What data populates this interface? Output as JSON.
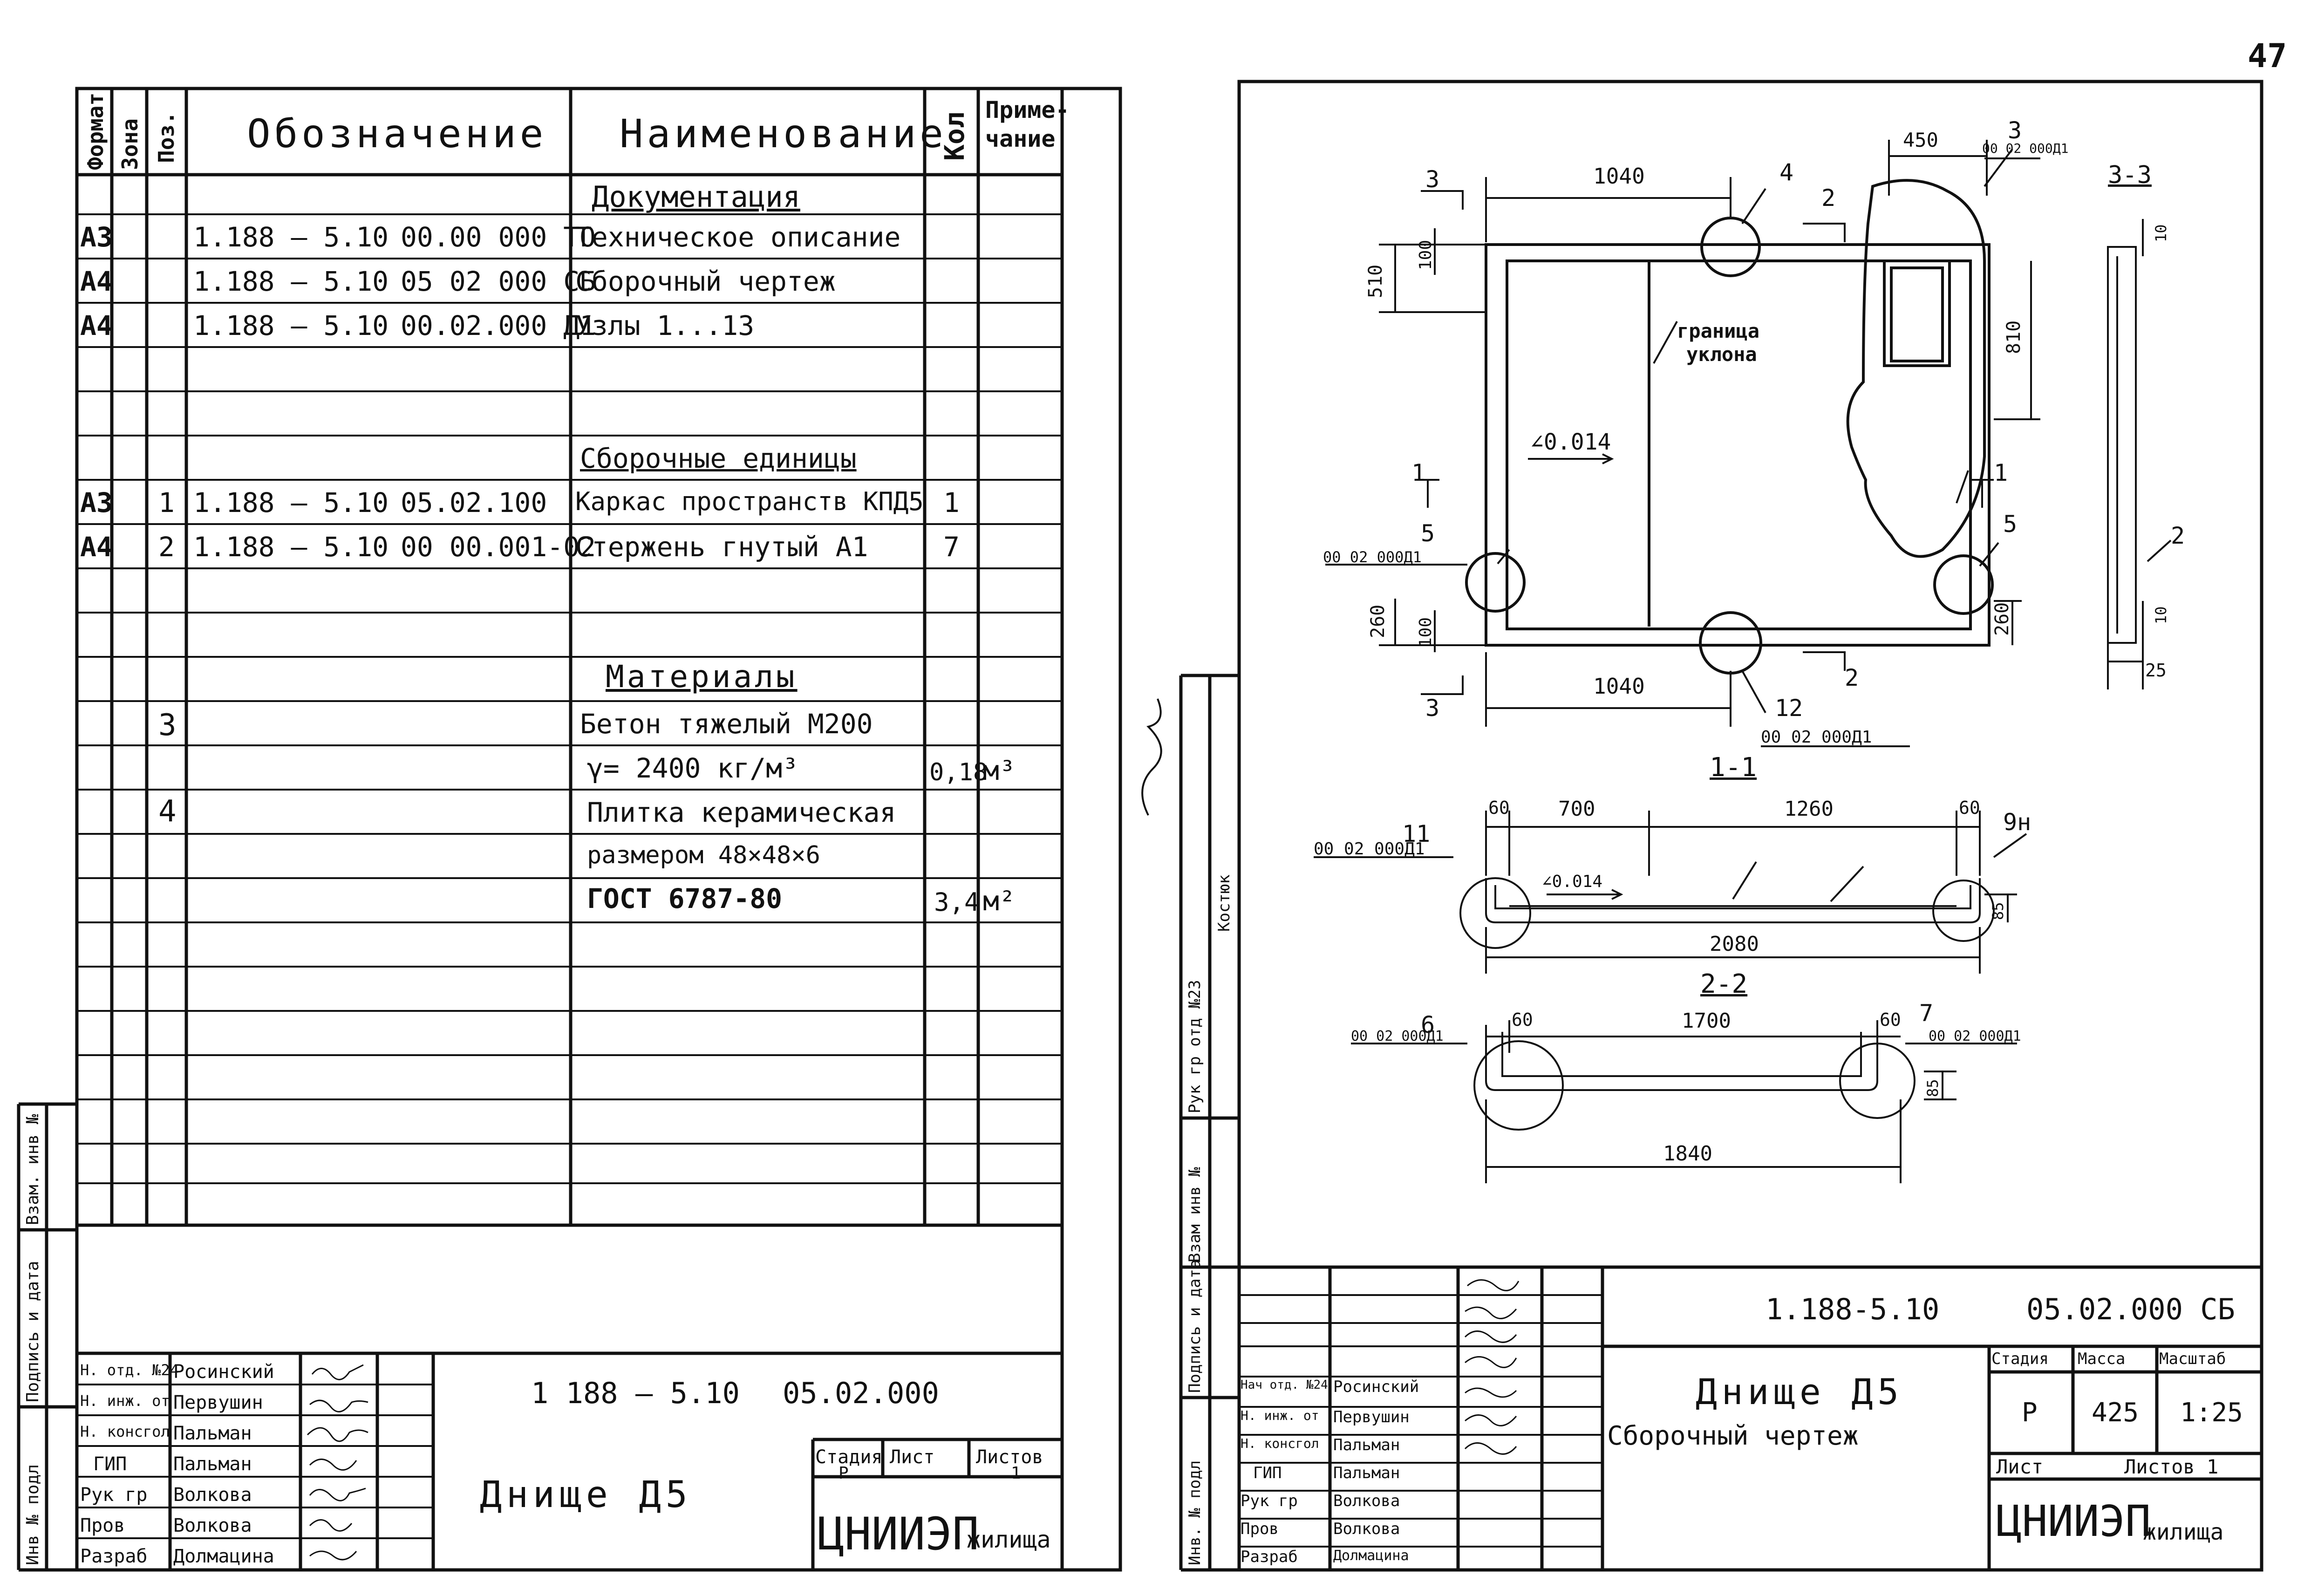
{
  "page_number": "47",
  "spec": {
    "headers": {
      "format": "Формат",
      "zone": "Зона",
      "pos": "Поз.",
      "designation": "Обозначение",
      "name": "Наименование",
      "qty": "Кол",
      "note": "Приме-чание"
    },
    "rows": [
      {
        "fmt": "",
        "pos": "",
        "des1": "",
        "des2": "",
        "name": "Документация",
        "qty": "",
        "note": ""
      },
      {
        "fmt": "А3",
        "pos": "",
        "des1": "1.188 – 5.10",
        "des2": "00.00 000 ТО",
        "name": "Техническое описание",
        "qty": "",
        "note": ""
      },
      {
        "fmt": "А4",
        "pos": "",
        "des1": "1.188 – 5.10",
        "des2": "05 02 000 СБ",
        "name": "Сборочный чертеж",
        "qty": "",
        "note": ""
      },
      {
        "fmt": "А4",
        "pos": "",
        "des1": "1.188 – 5.10",
        "des2": "00.02.000 Д1",
        "name": "Узлы 1...13",
        "qty": "",
        "note": ""
      },
      {
        "fmt": "",
        "pos": "",
        "des1": "",
        "des2": "",
        "name": "Сборочные единицы",
        "qty": "",
        "note": ""
      },
      {
        "fmt": "А3",
        "pos": "1",
        "des1": "1.188 – 5.10",
        "des2": "05.02.100",
        "name": "Каркас пространств КПД5",
        "qty": "1",
        "note": ""
      },
      {
        "fmt": "А4",
        "pos": "2",
        "des1": "1.188 – 5.10",
        "des2": "00 00.001-02",
        "name": "Стержень гнутый А1",
        "qty": "7",
        "note": ""
      },
      {
        "fmt": "",
        "pos": "",
        "des1": "",
        "des2": "",
        "name": "Материалы",
        "qty": "",
        "note": ""
      },
      {
        "fmt": "",
        "pos": "3",
        "des1": "",
        "des2": "",
        "name": "Бетон тяжелый М200",
        "qty": "",
        "note": ""
      },
      {
        "fmt": "",
        "pos": "",
        "des1": "",
        "des2": "",
        "name": "γ= 2400 кг/м³",
        "qty": "0,18",
        "note": "м³"
      },
      {
        "fmt": "",
        "pos": "4",
        "des1": "",
        "des2": "",
        "name": "Плитка керамическая",
        "qty": "",
        "note": ""
      },
      {
        "fmt": "",
        "pos": "",
        "des1": "",
        "des2": "",
        "name": "размером 48×48×6",
        "qty": "",
        "note": ""
      },
      {
        "fmt": "",
        "pos": "",
        "des1": "",
        "des2": "",
        "name": "ГОСТ 6787-80",
        "qty": "3,4",
        "note": "м²"
      }
    ],
    "side_labels": [
      "Инв № подл",
      "Подпись и дата",
      "Взам. инв №"
    ],
    "title_block": {
      "roles": [
        "Н. отд. №24",
        "Н. инж. от",
        "Н. консгол",
        "ГИП",
        "Рук гр",
        "Пров",
        "Разраб"
      ],
      "names": [
        "Росинский",
        "Первушин",
        "Пальман",
        "Пальман",
        "Волкова",
        "Волкова",
        "Долмацина"
      ],
      "code1": "1 188 – 5.10",
      "code2": "05.02.000",
      "title": "Днище Д5",
      "stage_label": "Стадия",
      "sheet_label": "Лист",
      "sheets_label": "Листов",
      "stage": "Р",
      "sheets": "1",
      "org": "ЦНИИЭП",
      "org2": "жилища"
    }
  },
  "drawing": {
    "side_labels": [
      "Инв. № подл",
      "Подпись и дата",
      "Взам инв №"
    ],
    "approval": "Рук гр отд №23",
    "approver": "Костюк",
    "plan_dims": [
      "1040",
      "450",
      "1040",
      "510",
      "100",
      "810",
      "260",
      "100",
      "260"
    ],
    "labels": {
      "slope_border1": "граница",
      "slope_border2": "уклона",
      "slope": "∠0.014",
      "sec33": "3-3",
      "sec11": "1-1",
      "sec22": "2-2",
      "ref": "00 02 000Д1"
    },
    "callouts": [
      "3",
      "4",
      "2",
      "3",
      "5",
      "5",
      "1",
      "1",
      "12",
      "2",
      "3",
      "11",
      "9н",
      "6",
      "7",
      "2"
    ],
    "sec11_dims": [
      "60",
      "700",
      "1260",
      "60",
      "2080",
      "85"
    ],
    "sec22_dims": [
      "60",
      "1700",
      "60",
      "1840",
      "85"
    ],
    "sec33_dims": [
      "10",
      "10",
      "25"
    ],
    "title_block": {
      "roles": [
        "Нач отд. №24",
        "Н. инж. от",
        "Н. консгол",
        "ГИП",
        "Рук гр",
        "Пров",
        "Разраб"
      ],
      "names": [
        "Росинский",
        "Первушин",
        "Пальман",
        "Пальман",
        "Волкова",
        "Волкова",
        "Долмацина"
      ],
      "code1": "1.188-5.10",
      "code2": "05.02.000 СБ",
      "title": "Днище Д5",
      "subtitle": "Сборочный чертеж",
      "stage_label": "Стадия",
      "mass_label": "Масса",
      "scale_label": "Масштаб",
      "stage": "Р",
      "mass": "425",
      "scale": "1:25",
      "sheet_label": "Лист",
      "sheets_label": "Листов 1",
      "org": "ЦНИИЭП",
      "org2": "жилища"
    }
  }
}
